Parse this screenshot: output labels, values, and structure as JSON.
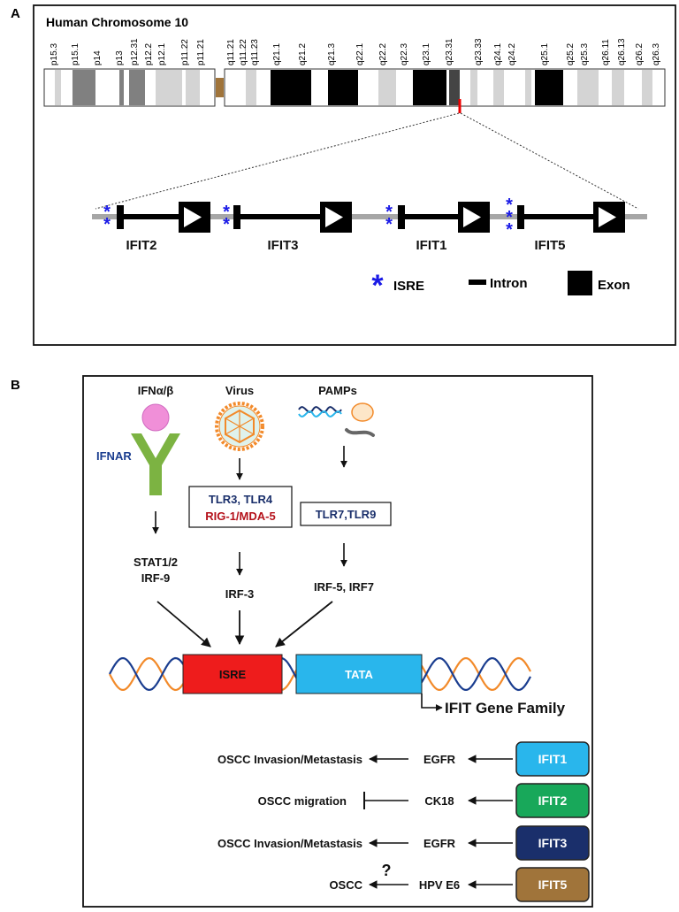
{
  "panelA": {
    "label": "A",
    "title": "Human Chromosome 10",
    "bands_p": [
      "p15.3",
      "p15.1",
      "p14",
      "p13",
      "p12.31",
      "p12.2",
      "p12.1",
      "p11.22",
      "p11.21"
    ],
    "bands_q": [
      "q11.21",
      "q11.22",
      "q11.23",
      "q21.1",
      "q21.2",
      "q21.3",
      "q22.1",
      "q22.2",
      "q22.3",
      "q23.1",
      "q23.31",
      "q23.33",
      "q24.1",
      "q24.2",
      "q25.1",
      "q25.2",
      "q25.3",
      "q26.11",
      "q26.13",
      "q26.2",
      "q26.3"
    ],
    "genes": [
      "IFIT2",
      "IFIT3",
      "IFIT1",
      "IFIT5"
    ],
    "isre_counts": [
      2,
      2,
      2,
      3
    ],
    "legend": {
      "isre": "ISRE",
      "intron": "Intron",
      "exon": "Exon",
      "star": "*"
    }
  },
  "panelB": {
    "label": "B",
    "inducers": {
      "ifn": "IFNα/β",
      "receptor": "IFNAR",
      "virus": "Virus",
      "pamps": "PAMPs"
    },
    "tlr34": "TLR3, TLR4",
    "rig": "RIG-1/MDA-5",
    "tlr79": "TLR7,TLR9",
    "stat_line1": "STAT1/2",
    "stat_line2": "IRF-9",
    "irf3": "IRF-3",
    "irf57": "IRF-5, IRF7",
    "isre": "ISRE",
    "tata": "TATA",
    "gene_family": "IFIT Gene Family",
    "question": "?",
    "rows": [
      {
        "outcome": "OSCC Invasion/Metastasis",
        "mediator": "EGFR",
        "gene": "IFIT1",
        "color": "#29b6ec",
        "text_color": "#ffffff",
        "inhibit": false
      },
      {
        "outcome": "OSCC migration",
        "mediator": "CK18",
        "gene": "IFIT2",
        "color": "#18a85a",
        "text_color": "#ffffff",
        "inhibit": true
      },
      {
        "outcome": "OSCC Invasion/Metastasis",
        "mediator": "EGFR",
        "gene": "IFIT3",
        "color": "#1a2f6b",
        "text_color": "#ffffff",
        "inhibit": false
      },
      {
        "outcome": "OSCC",
        "mediator": "HPV E6",
        "gene": "IFIT5",
        "color": "#a0743a",
        "text_color": "#ffffff",
        "inhibit": false
      }
    ],
    "colors": {
      "isre_box": "#ee1c1c",
      "tata_box": "#29b6ec",
      "tlr_text": "#1a2f6b",
      "rig_text": "#b5121b",
      "ifnar_text": "#1a3d8f",
      "ligand": "#f08fd8",
      "receptor": "#7cb342",
      "virus": "#f28a2a"
    }
  }
}
